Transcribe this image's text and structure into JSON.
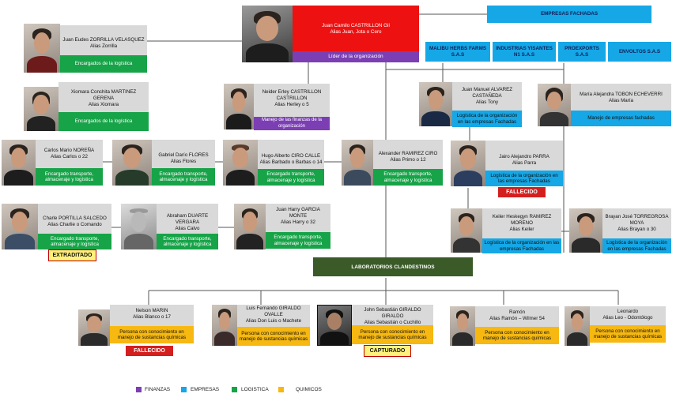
{
  "leader": {
    "name": "Juan Camilo CASTRILLON Gil",
    "alias": "Alias Juan, Jota o Cero",
    "role": "Líder de la organización"
  },
  "companies": {
    "header": "EMPRESAS FACHADAS",
    "items": [
      "MALIBU HERBS FARMS S.A.S",
      "INDUSTRIAS YISANTES N1 S.A.S",
      "PROEXPORTS S.A.S",
      "ENVOLTOS S.A.S"
    ]
  },
  "labs_header": "LABORATORIOS CLANDESTINOS",
  "people": {
    "zorrilla": {
      "name": "Juan Eudes ZORRILLA VELASQUEZ",
      "alias": "Alias Zorrilla",
      "role": "Encargados de la logística"
    },
    "xiomara": {
      "name": "Xiomara Conchita MARTINEZ GERENA",
      "alias": "Alias Xiomara",
      "role": "Encargados de la logística"
    },
    "neider": {
      "name": "Neider Erley CASTRILLON CASTRILLON",
      "alias": "Alias Herley o 5",
      "role": "Manejo de las finanzas de la organización"
    },
    "alvarez": {
      "name": "Juan Manuel ALVAREZ CASTAÑEDA",
      "alias": "Alias Tony",
      "role": "Logística de la organización en las empresas Fachadas"
    },
    "tobon": {
      "name": "María Alejandra TOBON ECHEVERRI",
      "alias": "Alias María",
      "role": "Manejo de empresas fachadas"
    },
    "norena": {
      "name": "Carlos Mario NOREÑA",
      "alias": "Alias Carlos o 22",
      "role": "Encargado transporte, almacenaje y logística"
    },
    "flores": {
      "name": "Gabriel Darío FLORES",
      "alias": "Alias Flores",
      "role": "Encargado transporte, almacenaje y logística"
    },
    "ciro": {
      "name": "Hugo Alberto CIRO CALLE",
      "alias": "Alias Barbado o Barbas o 14",
      "role": "Encargado transporte, almacenaje y logística"
    },
    "ramirez": {
      "name": "Alexander RAMIREZ CIRO",
      "alias": "Alias Primo o 12",
      "role": "Encargado transporte, almacenaje y logística"
    },
    "parra": {
      "name": "Jairo Alejandro PARRA",
      "alias": "Alias Parra",
      "role": "Logística de la organización en las empresas Fachadas",
      "status": "FALLECIDO"
    },
    "portilla": {
      "name": "Charle PORTILLA SALCEDO",
      "alias": "Alias Charlie o Comando",
      "role": "Encargado transporte, almacenaje y logística",
      "status": "EXTRADITADO"
    },
    "duarte": {
      "name": "Abraham DUARTE VERGARA",
      "alias": "Alias Calvo",
      "role": "Encargado transporte, almacenaje y logística"
    },
    "garcia": {
      "name": "Juan Harry GARCIA MONTE",
      "alias": "Alias Harry o 32",
      "role": "Encargado transporte, almacenaje y logística"
    },
    "keiler": {
      "name": "Keiler Heskegyn RAMIREZ MORENO",
      "alias": "Alias Keiler",
      "role": "Logística de la organización en las empresas Fachadas"
    },
    "torregrosa": {
      "name": "Brayan José TORREGROSA MOYA",
      "alias": "Alias Brayan o 30",
      "role": "Logística de la organización en las empresas Fachadas"
    },
    "marin": {
      "name": "Nelson MARIN",
      "alias": "Alias Blanco o 17",
      "role": "Persona con conocimiento en manejo de sustancias químicas",
      "status": "FALLECIDO"
    },
    "giraldo_o": {
      "name": "Luis Fernando GIRALDO OVALLE",
      "alias": "Alias Don Luis o Machete",
      "role": "Persona con conocimiento en manejo de sustancias químicas"
    },
    "giraldo_g": {
      "name": "John Sebastián GIRALDO GIRALDO",
      "alias": "Alias Sebastián o Cuchillo",
      "role": "Persona con conocimiento en manejo de sustancias químicas",
      "status": "CAPTURADO"
    },
    "ramon": {
      "name": "Ramón",
      "alias": "Alias Ramón – Wilmer 54",
      "role": "Persona con conocimiento en manejo de sustancias químicas"
    },
    "leonardo": {
      "name": "Leonardo",
      "alias": "Alias Leo - Odontólogo",
      "role": "Persona con conocimiento en manejo de sustancias químicas"
    }
  },
  "legend": [
    {
      "label": "FINANZAS",
      "color": "#7b3fb3"
    },
    {
      "label": "EMPRESAS",
      "color": "#15a7e6"
    },
    {
      "label": "LOGISTICA",
      "color": "#17a348"
    },
    {
      "label": "QUIMICOS",
      "color": "#f6b811"
    }
  ]
}
